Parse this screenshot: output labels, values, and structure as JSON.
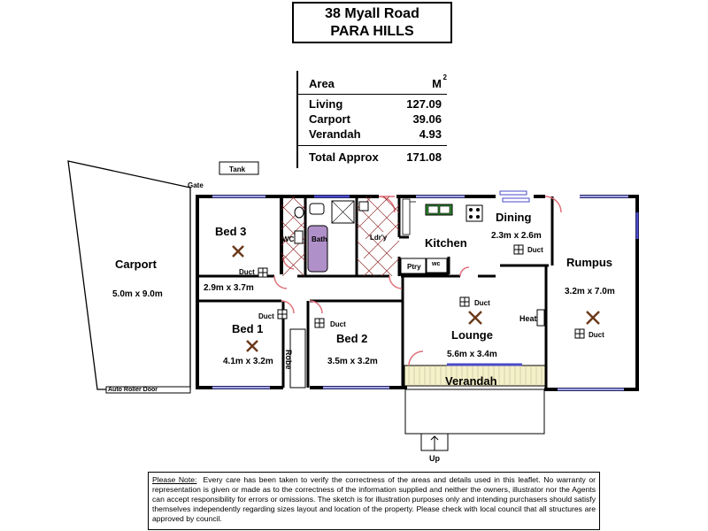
{
  "header": {
    "address_line1": "38 Myall Road",
    "address_line2": "PARA HILLS"
  },
  "area_table": {
    "heading_label": "Area",
    "heading_unit": "M",
    "heading_unit_sup": "2",
    "rows": [
      {
        "label": "Living",
        "value": "127.09"
      },
      {
        "label": "Carport",
        "value": "39.06"
      },
      {
        "label": "Verandah",
        "value": "4.93"
      }
    ],
    "total_label": "Total Approx",
    "total_value": "171.08"
  },
  "plan": {
    "tank": "Tank",
    "gate": "Gate",
    "carport": {
      "name": "Carport",
      "dims": "5.0m x 9.0m"
    },
    "auto_roller_door": "Auto Roller Door",
    "bed3": {
      "name": "Bed 3",
      "dims": "2.9m x 3.7m",
      "duct": "Duct"
    },
    "wc": "WC",
    "bath": "Bath",
    "laundry": "Ldr'y",
    "kitchen": "Kitchen",
    "pantry": "Ptry",
    "wc2": "wc",
    "dining": {
      "name": "Dining",
      "dims": "2.3m x 2.6m",
      "duct": "Duct"
    },
    "rumpus": {
      "name": "Rumpus",
      "dims": "3.2m x 7.0m",
      "duct": "Duct"
    },
    "bed1": {
      "name": "Bed 1",
      "dims": "4.1m x 3.2m",
      "duct": "Duct"
    },
    "robe": "Robe",
    "bed2": {
      "name": "Bed 2",
      "dims": "3.5m x 3.2m",
      "duct": "Duct"
    },
    "lounge": {
      "name": "Lounge",
      "dims": "5.6m x 3.4m",
      "duct": "Duct",
      "heat": "Heat"
    },
    "verandah": "Verandah",
    "up": "Up"
  },
  "note": {
    "heading": "Please Note:",
    "text": "Every care has been taken to verify the correctness of the areas and details used in this leaflet. No warranty or representation is given or made as to the correctness of the information supplied and neither the owners, illustrator nor the Agents can accept responsibility for errors or omissions. The sketch is for illustration purposes only and intending purchasers should satisfy themselves independently regarding sizes layout and location of the property. Please check with local council that all structures are approved by council."
  },
  "colors": {
    "wall": "#000000",
    "door": "#e0707a",
    "window": "#4a4ac8",
    "tile": "#8b2323",
    "bath_fill": "#b090c8",
    "verandah_fill": "#f4f0c8",
    "kitchen_green": "#2e8b2e"
  }
}
